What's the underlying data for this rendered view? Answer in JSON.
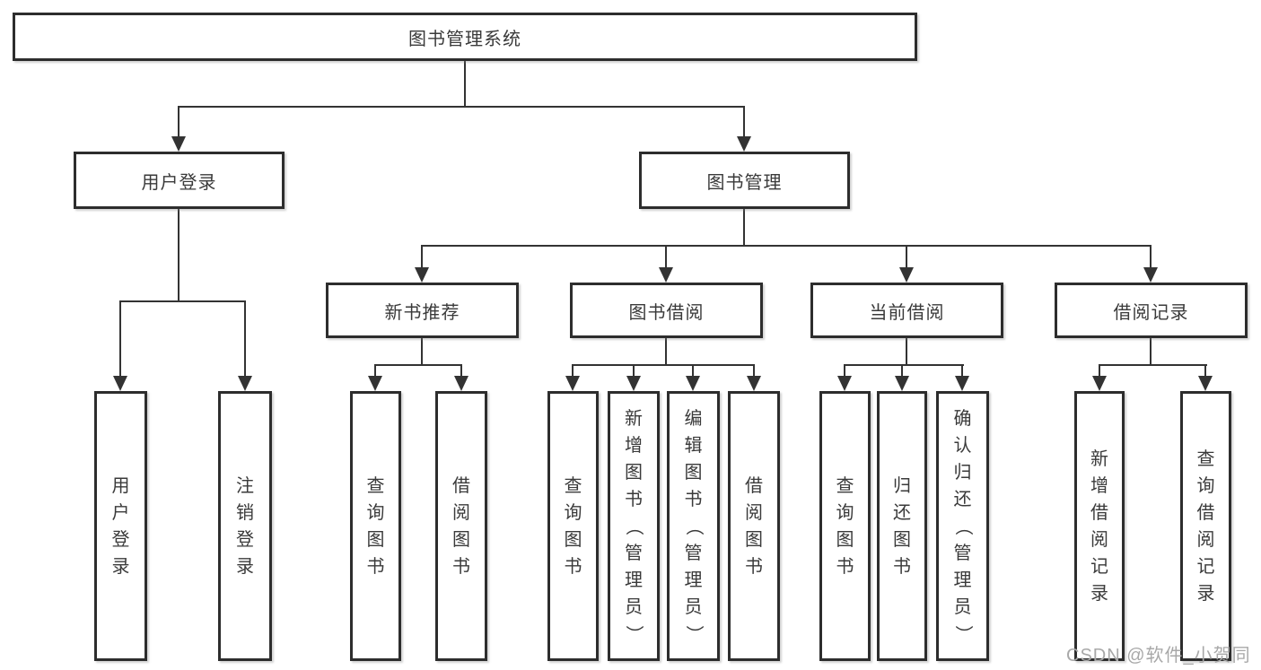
{
  "diagram": {
    "title": "图书管理系统",
    "level1": [
      {
        "label": "用户登录"
      },
      {
        "label": "图书管理"
      }
    ],
    "level2": [
      {
        "label": "新书推荐",
        "parent": "图书管理"
      },
      {
        "label": "图书借阅",
        "parent": "图书管理"
      },
      {
        "label": "当前借阅",
        "parent": "图书管理"
      },
      {
        "label": "借阅记录",
        "parent": "图书管理"
      }
    ],
    "leaves": [
      {
        "label": "用户登录",
        "parent": "用户登录"
      },
      {
        "label": "注销登录",
        "parent": "用户登录"
      },
      {
        "label": "查询图书",
        "parent": "新书推荐"
      },
      {
        "label": "借阅图书",
        "parent": "新书推荐"
      },
      {
        "label": "查询图书",
        "parent": "图书借阅"
      },
      {
        "label": "新增图书（管理员）",
        "parent": "图书借阅"
      },
      {
        "label": "编辑图书（管理员）",
        "parent": "图书借阅"
      },
      {
        "label": "借阅图书",
        "parent": "图书借阅"
      },
      {
        "label": "查询图书",
        "parent": "当前借阅"
      },
      {
        "label": "归还图书",
        "parent": "当前借阅"
      },
      {
        "label": "确认归还（管理员）",
        "parent": "当前借阅"
      },
      {
        "label": "新增借阅记录",
        "parent": "借阅记录"
      },
      {
        "label": "查询借阅记录",
        "parent": "借阅记录"
      }
    ],
    "watermark": "CSDN @软件_小贺同学",
    "colors": {
      "line": "#333333",
      "box_border": "#2d2d2d",
      "text": "#3a3a3a",
      "watermark": "#a8a8a8",
      "background": "#ffffff"
    }
  }
}
